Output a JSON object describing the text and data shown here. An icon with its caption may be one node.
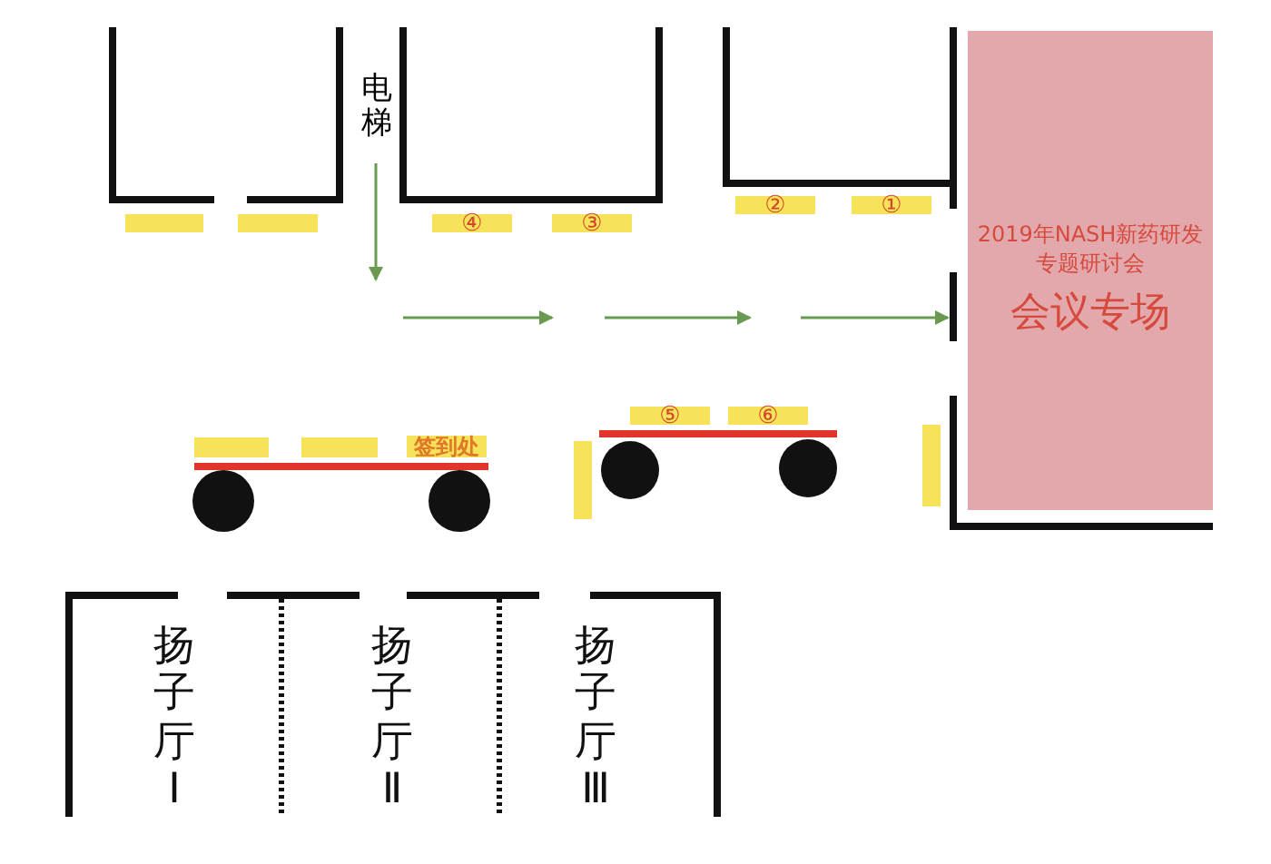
{
  "diagram": {
    "nodes": [
      {
        "text": [],
        "shape": "bar"
      },
      {
        "text": [],
        "shape": "bar"
      },
      {
        "text": [
          "④"
        ]
      },
      {
        "text": [
          "③"
        ]
      },
      {
        "text": [
          "②"
        ]
      },
      {
        "text": [
          "①"
        ]
      },
      {
        "text": [
          "2019年NASH新药研发专题研讨会",
          "会议专场"
        ]
      },
      {
        "text": [],
        "shape": "bar"
      },
      {
        "text": [],
        "shape": "bar"
      },
      {
        "text": [
          "签到处"
        ]
      },
      {
        "text": [
          "⑤"
        ]
      },
      {
        "text": [
          "⑥"
        ]
      },
      {
        "text": [],
        "shape": "bar"
      },
      {
        "text": [],
        "shape": "bar"
      },
      {
        "text": [
          "扬子厅Ⅰ"
        ]
      },
      {
        "text": [
          "扬子厅Ⅱ"
        ]
      },
      {
        "text": [
          "扬子厅Ⅲ"
        ]
      }
    ],
    "labels": [
      "电梯"
    ]
  }
}
